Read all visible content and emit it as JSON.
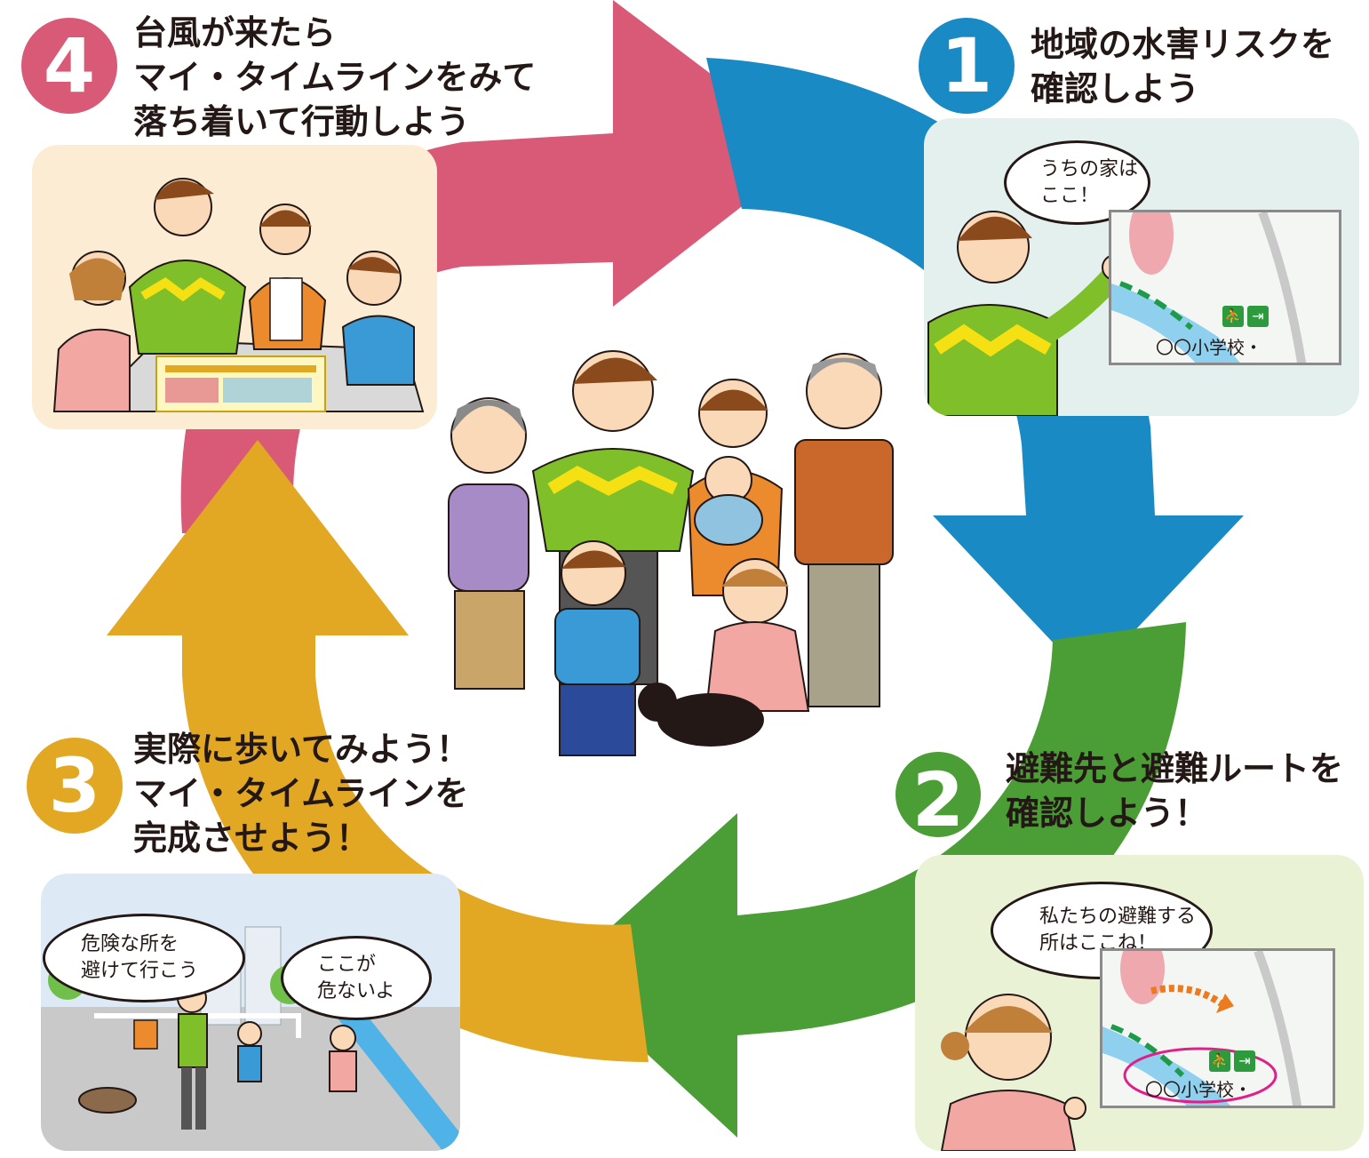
{
  "colors": {
    "step1": "#1a8ac4",
    "step2": "#4a9e35",
    "step3": "#e3a823",
    "step4": "#d85a76",
    "panel1_bg": "#e3f0ee",
    "panel2_bg": "#eaf2d6",
    "panel3_bg": "#dde9f4",
    "panel4_bg": "#fbecd3"
  },
  "steps": [
    {
      "number": "1",
      "title_lines": [
        "地域の水害リスクを",
        "確認しよう"
      ],
      "bubble_lines": [
        "うちの家は",
        "ここ！"
      ],
      "map_label": "〇〇小学校・"
    },
    {
      "number": "2",
      "title_lines": [
        "避難先と避難ルートを",
        "確認しよう！"
      ],
      "bubble_lines": [
        "私たちの避難する",
        "所はここね！"
      ],
      "map_label": "〇〇小学校・"
    },
    {
      "number": "3",
      "title_lines": [
        "実際に歩いてみよう！",
        "マイ・タイムラインを",
        "完成させよう！"
      ],
      "bubble_left_lines": [
        "危険な所を",
        "避けて行こう"
      ],
      "bubble_right_lines": [
        "ここが",
        "危ないよ"
      ]
    },
    {
      "number": "4",
      "title_lines": [
        "台風が来たら",
        "マイ・タイムラインをみて",
        "落ち着いて行動しよう"
      ]
    }
  ],
  "icons": {
    "shelter": "evacuation-shelter-icon",
    "exit": "emergency-exit-icon"
  }
}
